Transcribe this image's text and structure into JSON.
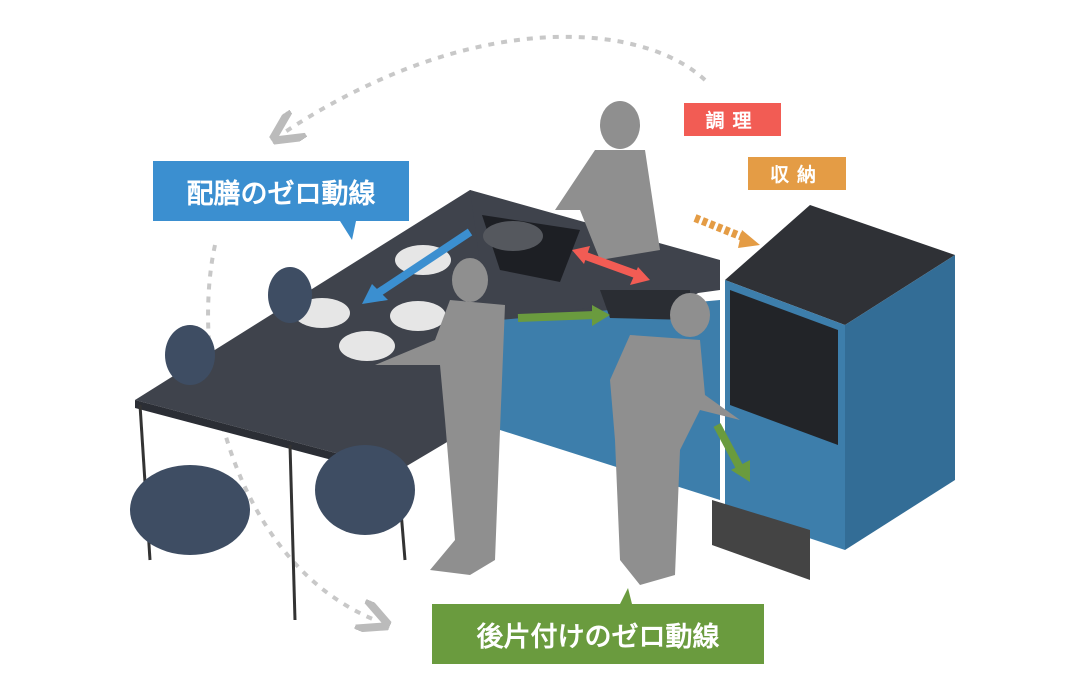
{
  "labels": {
    "cooking": "調理",
    "storage": "収納",
    "serving_zero_path": "配膳のゼロ動線",
    "cleanup_zero_path": "後片付けのゼロ動線"
  },
  "colors": {
    "cooking": "#f25c54",
    "storage": "#e49c45",
    "serving": "#3b8fd0",
    "cleanup": "#6a9b3e",
    "cabinet": "#3d7eab",
    "person": "#8f8f8f"
  }
}
